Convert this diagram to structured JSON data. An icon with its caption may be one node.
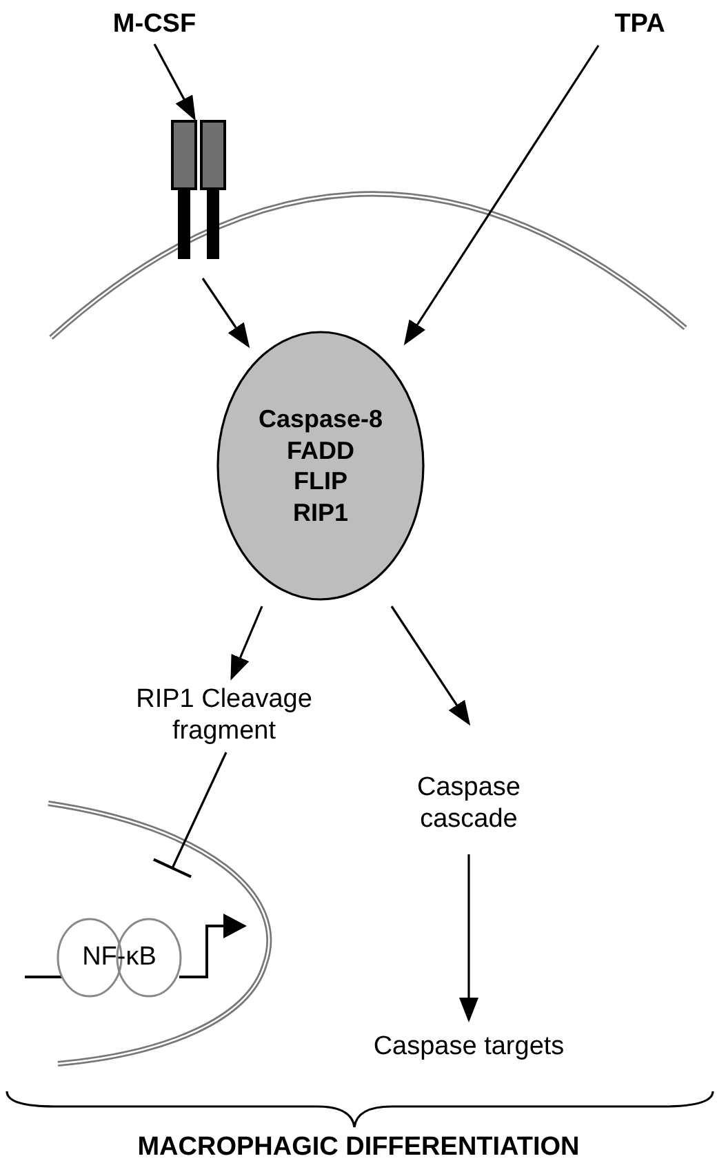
{
  "diagram": {
    "nodes": [
      {
        "text": [
          "M-CSF"
        ]
      },
      {
        "text": [],
        "shape": "picture"
      },
      {
        "text": [
          "TPA"
        ]
      },
      {
        "text": [
          "Caspase-8",
          "FADD",
          "FLIP",
          "RIP1"
        ]
      },
      {
        "text": [
          "RIP1 Cleavage fragment"
        ]
      },
      {
        "text": [
          "Caspase cascade"
        ]
      },
      {
        "text": [
          "Caspase targets"
        ]
      },
      {
        "text": [
          "NF-κB"
        ]
      }
    ],
    "edges": [
      {
        "from": 0,
        "to": 1,
        "arrow": "to"
      },
      {
        "from": 1,
        "to": 3,
        "arrow": "to"
      },
      {
        "from": 2,
        "to": 3,
        "arrow": "to"
      },
      {
        "from": 3,
        "to": 4,
        "arrow": "to"
      },
      {
        "from": 3,
        "to": 5,
        "arrow": "to"
      },
      {
        "from": 4,
        "to": 7,
        "arrow": "other"
      },
      {
        "from": 5,
        "to": 6,
        "arrow": "to"
      }
    ],
    "labels": [
      "MACROPHAGIC DIFFERENTIATION"
    ]
  }
}
